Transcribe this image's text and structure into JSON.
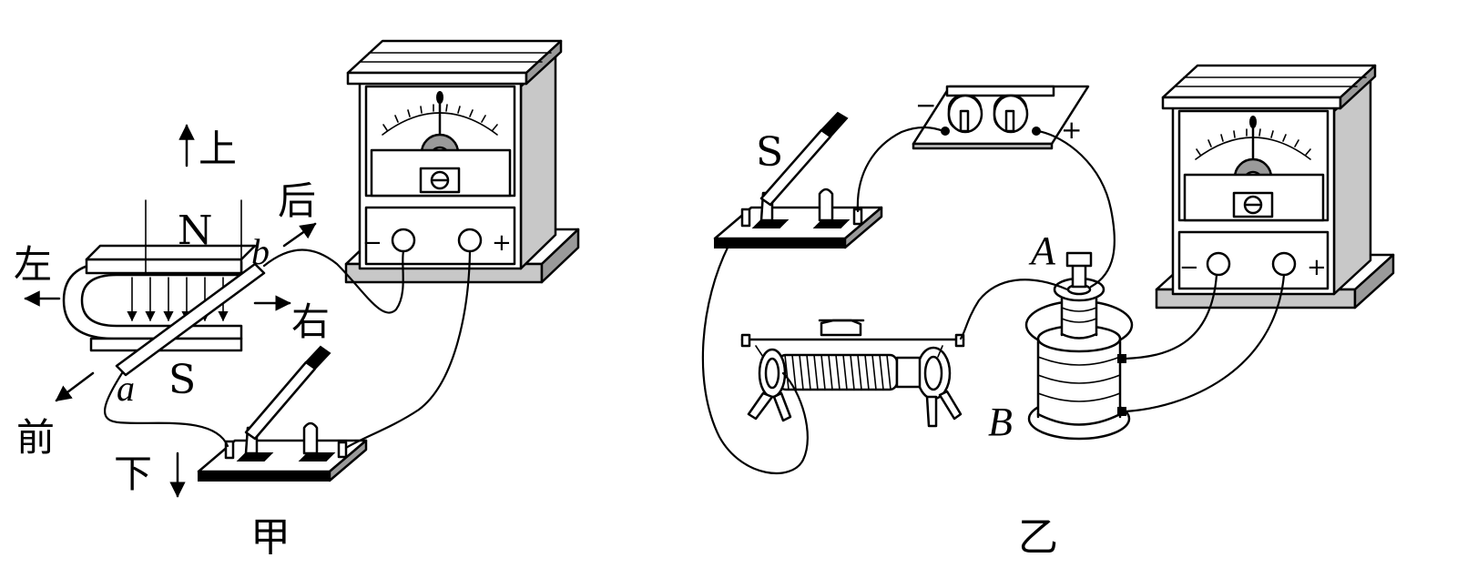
{
  "figure_a": {
    "caption": "甲",
    "directions": {
      "up": "上",
      "down": "下",
      "left": "左",
      "right": "右",
      "back": "后",
      "front": "前"
    },
    "magnet_north": "N",
    "magnet_south": "S",
    "rod_end_a": "a",
    "rod_end_b": "b",
    "meter_minus": "−",
    "meter_plus": "+"
  },
  "figure_b": {
    "caption": "乙",
    "switch_label": "S",
    "coil_a": "A",
    "coil_b": "B",
    "battery_minus": "−",
    "battery_plus": "+",
    "meter_minus": "−",
    "meter_plus": "+"
  },
  "colors": {
    "ink": "#000000",
    "panel_gray": "#c8c8c8",
    "dark_gray": "#9a9a9a",
    "background": "#ffffff"
  }
}
